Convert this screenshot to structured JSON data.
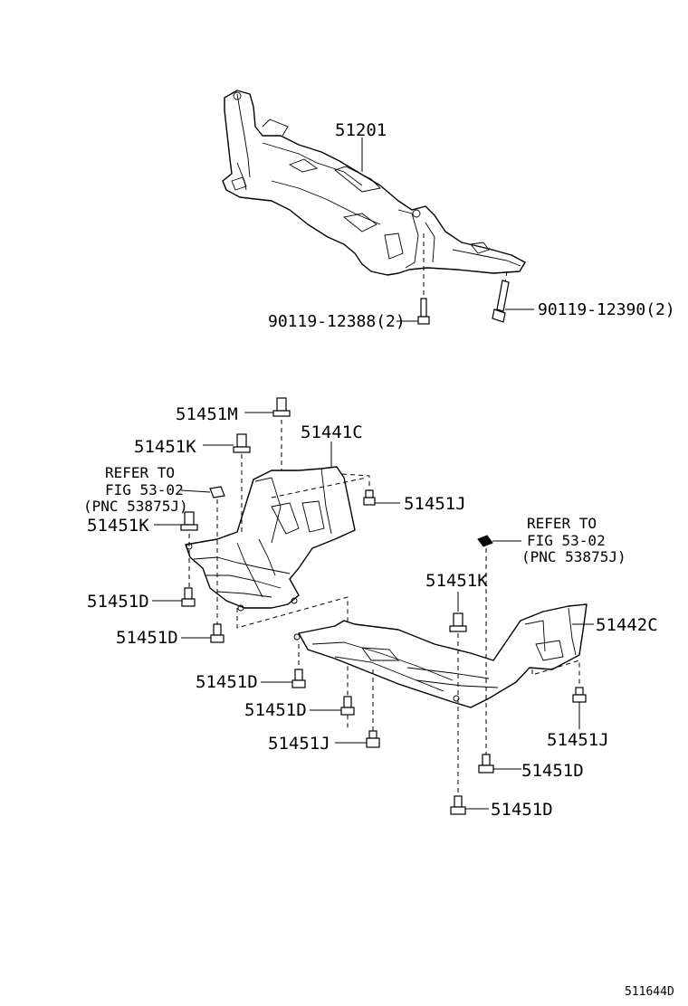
{
  "diagram": {
    "parts": {
      "crossmember": "51201",
      "bolt_a": "90119-12388(2)",
      "bolt_b": "90119-12390(2)",
      "cover_front": "51441C",
      "cover_rear": "51442C",
      "screw_m": "51451M",
      "screw_k_top": "51451K",
      "screw_k_mid": "51451K",
      "screw_k_right": "51451K",
      "screw_j_right": "51451J",
      "screw_j_lower_right": "51451J",
      "screw_j_bottom": "51451J",
      "screw_d_1": "51451D",
      "screw_d_2": "51451D",
      "screw_d_3": "51451D",
      "screw_d_4": "51451D",
      "screw_d_5": "51451D",
      "screw_d_6": "51451D"
    },
    "ref_left": {
      "line1": "REFER TO",
      "line2": "FIG 53-02",
      "line3": "(PNC 53875J)"
    },
    "ref_right": {
      "line1": "REFER TO",
      "line2": "FIG 53-02",
      "line3": "(PNC 53875J)"
    },
    "figure_id": "511644D"
  }
}
